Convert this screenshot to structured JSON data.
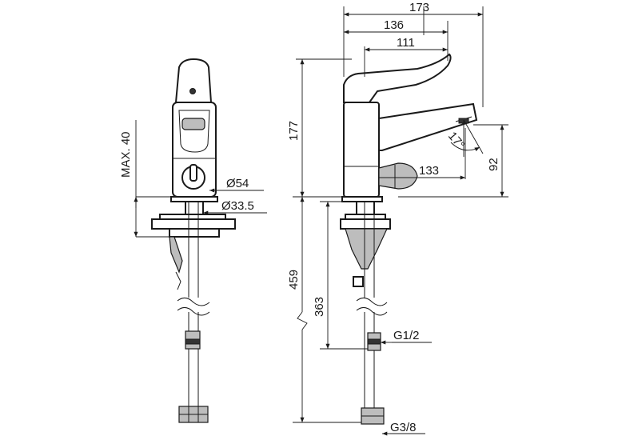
{
  "dimensions": {
    "width_173": "173",
    "width_136": "136",
    "width_111": "111",
    "height_177": "177",
    "spout_133": "133",
    "spout_height_92": "92",
    "angle_17": "17°",
    "max_40": "MAX. 40",
    "dia_54": "Ø54",
    "dia_33_5": "Ø33.5",
    "length_459": "459",
    "length_363": "363",
    "thread_g1_2": "G1/2",
    "thread_g3_8": "G3/8"
  },
  "colors": {
    "line": "#1a1a1a",
    "shade": "#bdbdbd",
    "background": "#ffffff"
  }
}
